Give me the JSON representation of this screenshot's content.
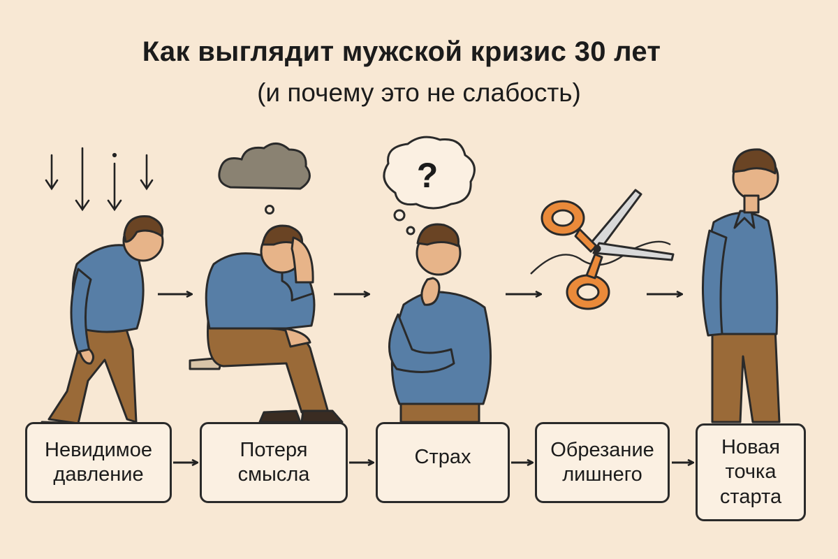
{
  "title": "Как выглядит мужской кризис 30 лет",
  "subtitle": "(и почему это не слабость)",
  "stages": [
    {
      "label": "Невидимое\nдавление",
      "icon": "pressure-arrows-icon"
    },
    {
      "label": "Потеря\nсмысла",
      "icon": "dark-cloud-icon"
    },
    {
      "label": "Страх",
      "icon": "question-bubble-icon"
    },
    {
      "label": "Обрезание\nлишнего",
      "icon": "scissors-icon"
    },
    {
      "label": "Новая\nточка\nстарта",
      "icon": "standing-man-icon"
    }
  ],
  "question_mark": "?",
  "colors": {
    "background": "#f8e8d4",
    "shirt": "#577ea6",
    "pants": "#9a6a38",
    "hair": "#6a4424",
    "skin": "#e7b489",
    "scissors": "#ea8a3a",
    "cloud": "#8a8272"
  }
}
